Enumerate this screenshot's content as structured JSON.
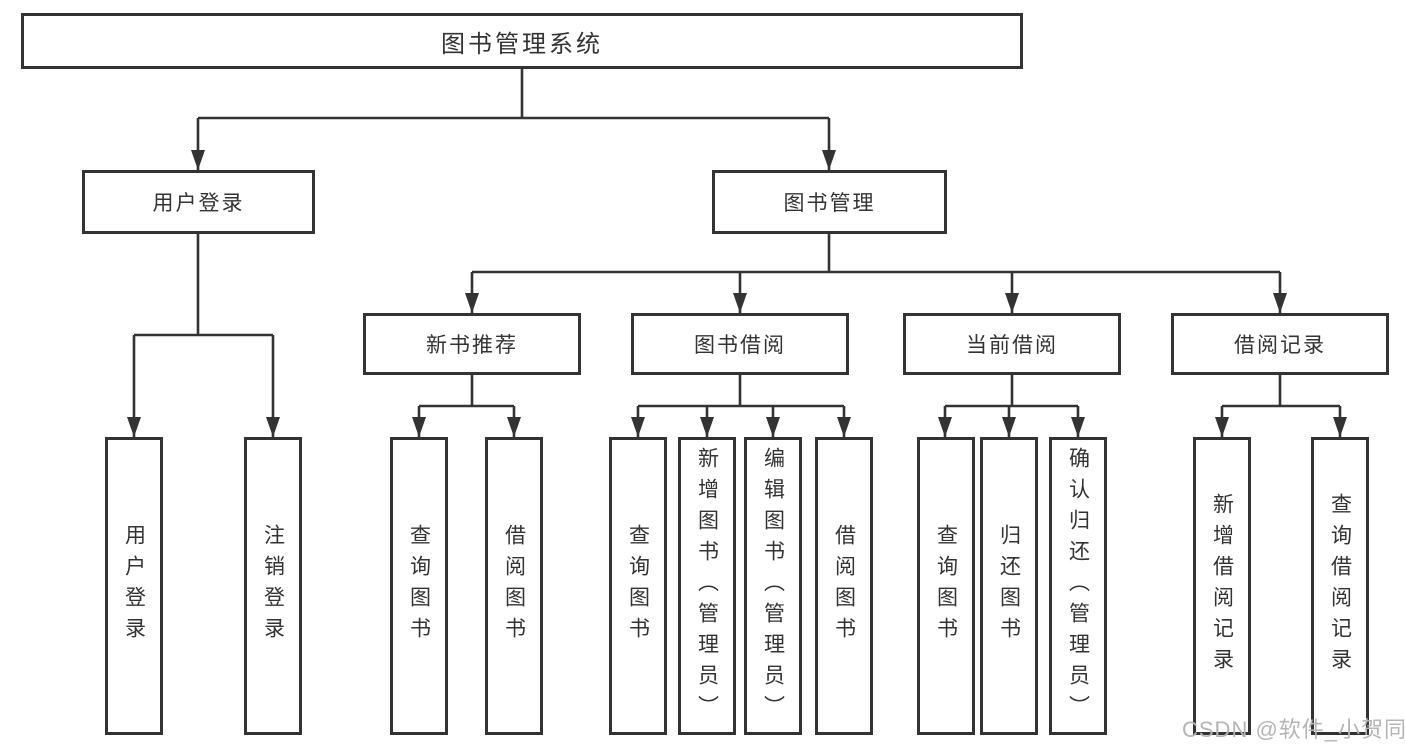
{
  "page": {
    "watermark": "CSDN @软件_小贺同学"
  },
  "colors": {
    "line": "#333333",
    "box_border": "#333333",
    "box_fill": "#ffffff",
    "text": "#333333",
    "watermark_text": "#b5b5b5",
    "background": "#ffffff"
  },
  "tree": {
    "root": {
      "label": "图书管理系统",
      "children": [
        {
          "label": "用户登录",
          "children": [
            {
              "label": "用户登录"
            },
            {
              "label": "注销登录"
            }
          ]
        },
        {
          "label": "图书管理",
          "children": [
            {
              "label": "新书推荐",
              "children": [
                {
                  "label": "查询图书"
                },
                {
                  "label": "借阅图书"
                }
              ]
            },
            {
              "label": "图书借阅",
              "children": [
                {
                  "label": "查询图书"
                },
                {
                  "label": "新增图书（管理员）"
                },
                {
                  "label": "编辑图书（管理员）"
                },
                {
                  "label": "借阅图书"
                }
              ]
            },
            {
              "label": "当前借阅",
              "children": [
                {
                  "label": "查询图书"
                },
                {
                  "label": "归还图书"
                },
                {
                  "label": "确认归还（管理员）"
                }
              ]
            },
            {
              "label": "借阅记录",
              "children": [
                {
                  "label": "新增借阅记录"
                },
                {
                  "label": "查询借阅记录"
                }
              ]
            }
          ]
        }
      ]
    }
  }
}
